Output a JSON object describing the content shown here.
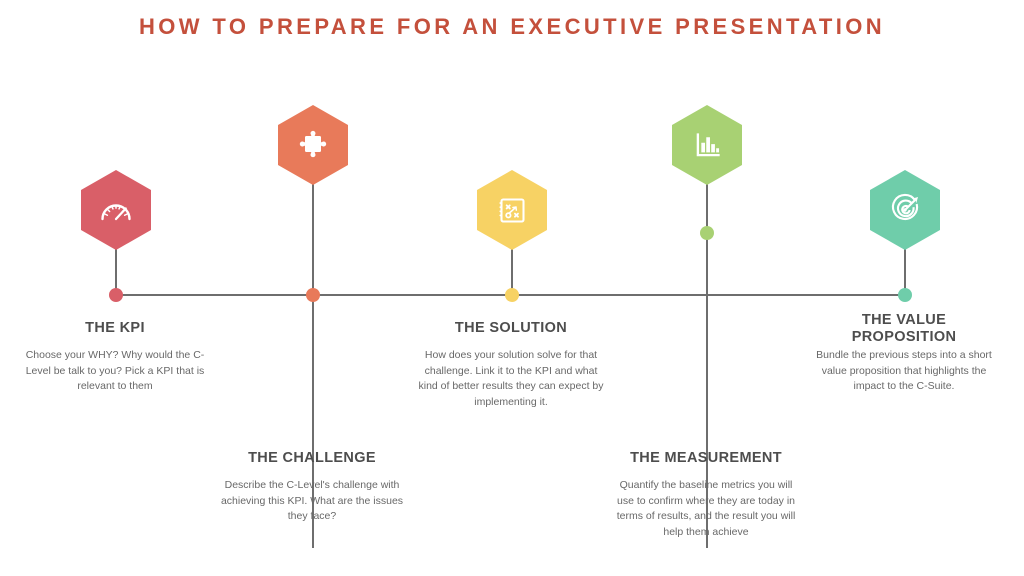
{
  "title": "HOW TO PREPARE FOR AN EXECUTIVE PRESENTATION",
  "title_color": "#c4503c",
  "timeline": {
    "line_color": "#6e6e6e",
    "text_heading_color": "#4d4d4d",
    "text_body_color": "#686868"
  },
  "steps": [
    {
      "heading": "THE KPI",
      "body": "Choose your WHY?  Why would the C-Level be talk to you?  Pick a KPI that is relevant to them",
      "color": "#d95f68",
      "icon": "speedometer-icon",
      "position": "below"
    },
    {
      "heading": "THE CHALLENGE",
      "body": "Describe the C-Level's challenge with achieving this KPI.  What are the issues they face?",
      "color": "#e87a5a",
      "icon": "puzzle-piece-icon",
      "position": "below-far"
    },
    {
      "heading": "THE SOLUTION",
      "body": "How does your solution solve for that challenge.  Link it to the KPI and what kind of better results they can expect by implementing it.",
      "color": "#f7d264",
      "icon": "strategy-board-icon",
      "position": "below"
    },
    {
      "heading": "THE MEASUREMENT",
      "body": "Quantify the baseline metrics you will use to confirm where they are today in terms of results, and the result you will help them achieve",
      "color": "#a8d173",
      "icon": "bar-chart-icon",
      "position": "below-far"
    },
    {
      "heading": "THE VALUE PROPOSITION",
      "body": "Bundle the previous steps into a short value proposition that highlights the impact to the C-Suite.",
      "color": "#6fcdaa",
      "icon": "target-arrow-icon",
      "position": "below"
    }
  ]
}
